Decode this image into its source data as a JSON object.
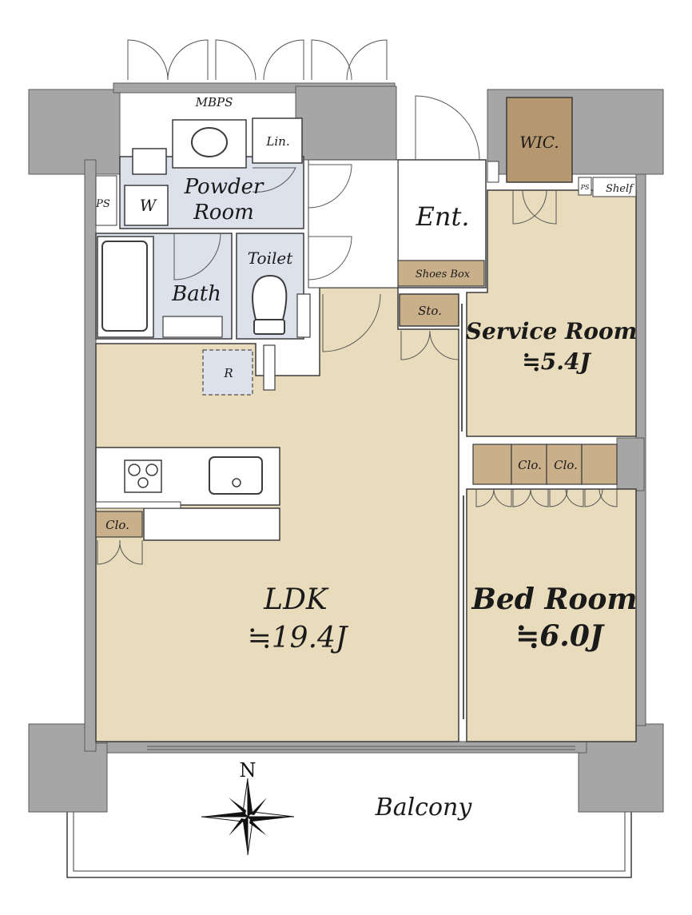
{
  "colors": {
    "wall": "#a6a6a6",
    "wood": "#e9dcbd",
    "wet": "#dde1ec",
    "storage": "#c9b08a",
    "wic": "#b5986f",
    "line": "#3c3c3c",
    "white": "#ffffff"
  },
  "labels": {
    "mbps": "MBPS",
    "lin": "Lin.",
    "wic": "WIC.",
    "ps_left": "PS",
    "ps_right": "PS",
    "shelf": "Shelf",
    "washer": "W",
    "powder_line1": "Powder",
    "powder_line2": "Room",
    "entrance": "Ent.",
    "shoes_box": "Shoes Box",
    "bath": "Bath",
    "toilet": "Toilet",
    "storage": "Sto.",
    "service_room": "Service Room",
    "service_room_size": "≒5.4J",
    "refrigerator": "R",
    "closet_kitchen": "Clo.",
    "closet_bed_1": "Clo.",
    "closet_bed_2": "Clo.",
    "ldk": "LDK",
    "ldk_size": "≒19.4J",
    "bed_room": "Bed Room",
    "bed_room_size": "≒6.0J",
    "north": "N",
    "balcony": "Balcony"
  },
  "icons": {
    "compass": "compass-rose-icon",
    "stove": "stove-icon",
    "sink": "sink-icon",
    "toilet": "toilet-icon",
    "bathtub": "bathtub-icon",
    "washbasin": "washbasin-icon"
  }
}
